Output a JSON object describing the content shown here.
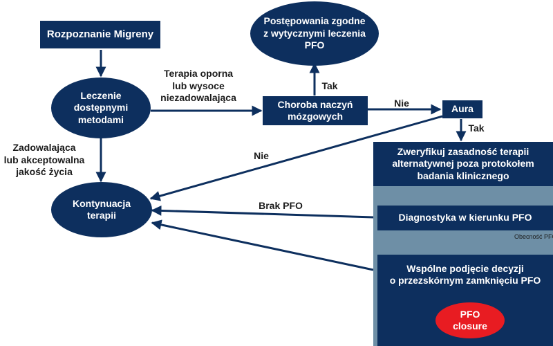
{
  "colors": {
    "node": "#0d2f5e",
    "panel": "#6e8fa6",
    "closure": "#e81c22",
    "text": "#1b1b1b"
  },
  "nodes": {
    "rozpoznanie": "Rozpoznanie Migreny",
    "leczenie": "Leczenie\ndostępnymi\nmetodami",
    "kontynuacja": "Kontynuacja\nterapii",
    "postepowania": "Postępowania zgodne\nz wytycznymi leczenia\nPFO",
    "choroba": "Choroba naczyń\nmózgowych",
    "aura": "Aura",
    "zweryfikuj": "Zweryfikuj zasadność terapii\nalternatywnej poza protokołem\nbadania klinicznego",
    "diagnostyka": "Diagnostyka w kierunku PFO",
    "wspolne": "Wspólne podjęcie decyzji\no przezskórnym zamknięciu PFO",
    "closure": "PFO\nclosure"
  },
  "edge_labels": {
    "terapia": "Terapia oporna\nlub wysoce\nniezadowalająca",
    "tak_choroba": "Tak",
    "nie_choroba": "Nie",
    "tak_aura": "Tak",
    "nie_aura": "Nie",
    "zadowalajaca": "Zadowalająca\nlub akceptowalna\njakość życia",
    "brak_pfo": "Brak PFO",
    "obecnosc_pfo": "Obecność PFO"
  }
}
